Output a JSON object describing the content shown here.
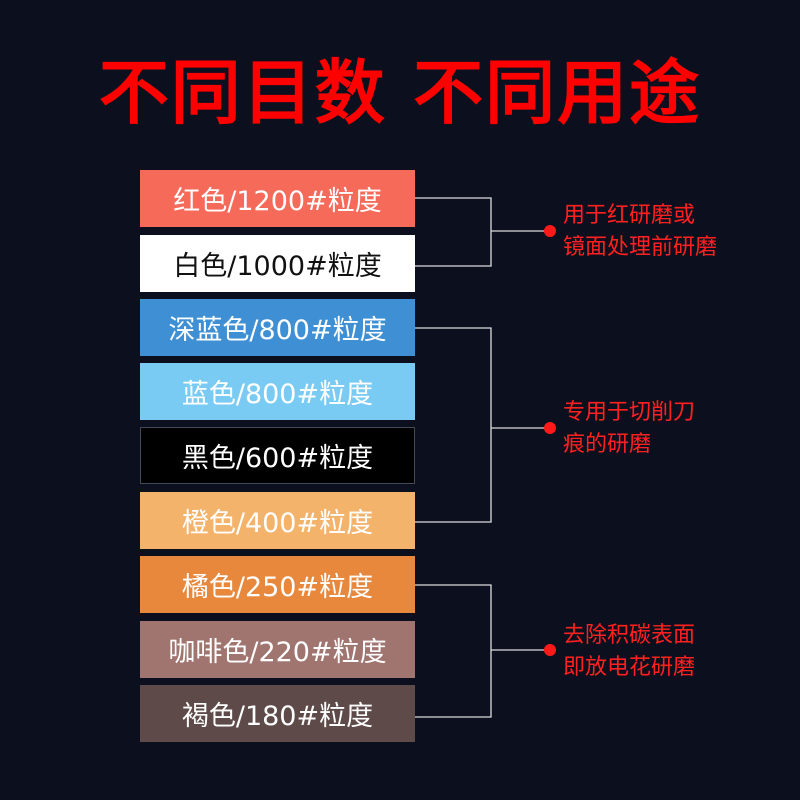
{
  "title": "不同目数 不同用途",
  "bars": [
    {
      "label": "红色/1200#粒度",
      "bg": "#f66a5a",
      "fg": "#ffffff"
    },
    {
      "label": "白色/1000#粒度",
      "bg": "#ffffff",
      "fg": "#111111"
    },
    {
      "label": "深蓝色/800#粒度",
      "bg": "#3f8fd4",
      "fg": "#ffffff"
    },
    {
      "label": "蓝色/800#粒度",
      "bg": "#79cbf3",
      "fg": "#ffffff"
    },
    {
      "label": "黑色/600#粒度",
      "bg": "#000000",
      "fg": "#ffffff"
    },
    {
      "label": "橙色/400#粒度",
      "bg": "#f4b36b",
      "fg": "#ffffff"
    },
    {
      "label": "橘色/250#粒度",
      "bg": "#e7883d",
      "fg": "#ffffff"
    },
    {
      "label": "咖啡色/220#粒度",
      "bg": "#a07570",
      "fg": "#ffffff"
    },
    {
      "label": "褐色/180#粒度",
      "bg": "#5e4b49",
      "fg": "#ffffff"
    }
  ],
  "notes": [
    {
      "line1": "用于红研磨或",
      "line2": "镜面处理前研磨"
    },
    {
      "line1": "专用于切削刀",
      "line2": "痕的研磨"
    },
    {
      "line1": "去除积碳表面",
      "line2": "即放电花研磨"
    }
  ],
  "colors": {
    "background": "#0c0f1d",
    "title": "#ff0000",
    "note_text": "#ff2020",
    "dot": "#ff1a1a",
    "bracket": "#dcdcdc"
  }
}
